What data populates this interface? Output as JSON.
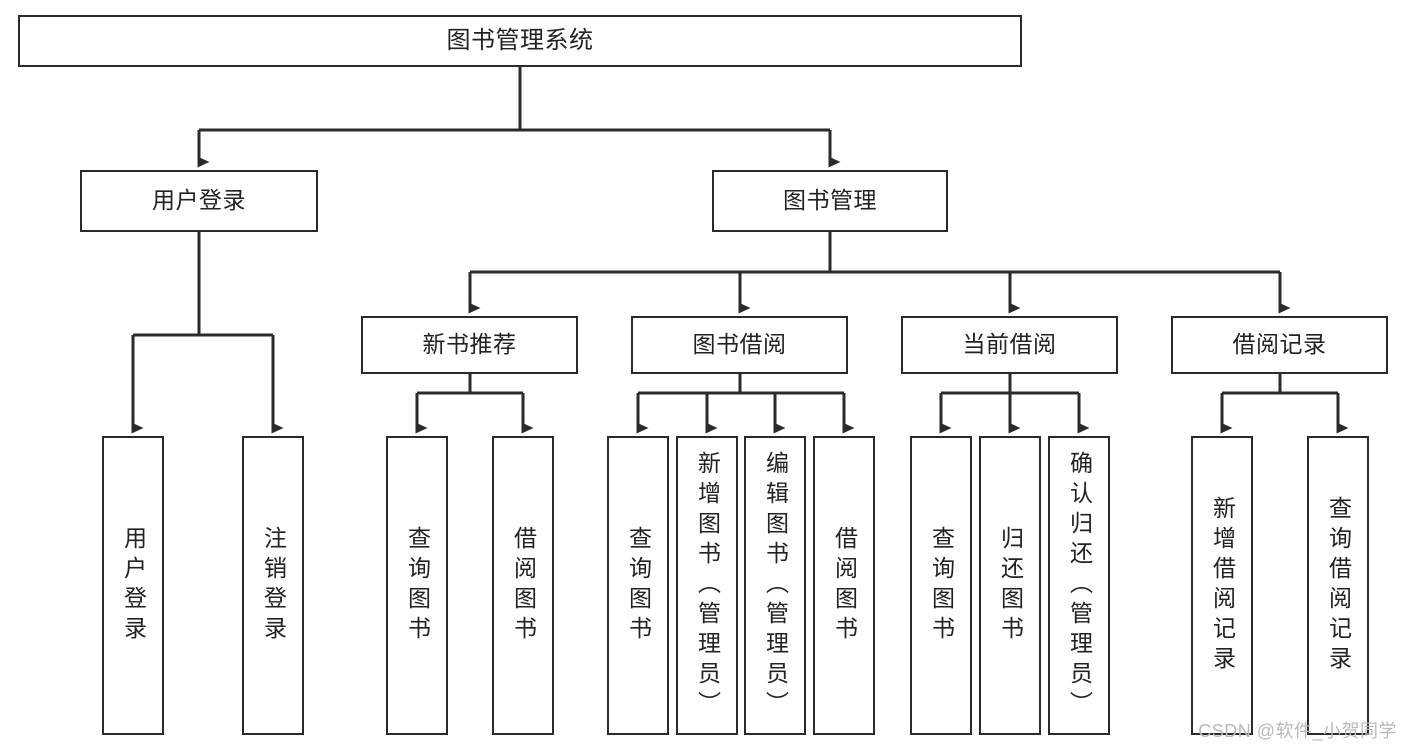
{
  "diagram": {
    "title": "图书管理系统",
    "type": "tree-hierarchy-diagram",
    "colors": {
      "stroke": "#2b2b2b",
      "fill": "#ffffff",
      "text": "#222222",
      "watermark": "#b9b9b9"
    },
    "levels": {
      "root": {
        "label": "图书管理系统"
      },
      "level2": [
        {
          "label": "用户登录"
        },
        {
          "label": "图书管理"
        }
      ],
      "level3": [
        {
          "label": "新书推荐"
        },
        {
          "label": "图书借阅"
        },
        {
          "label": "当前借阅"
        },
        {
          "label": "借阅记录"
        }
      ],
      "leaves": {
        "user_login": [
          {
            "label": "用户登录"
          },
          {
            "label": "注销登录"
          }
        ],
        "new_book_recommend": [
          {
            "label": "查询图书"
          },
          {
            "label": "借阅图书"
          }
        ],
        "book_borrow": [
          {
            "label": "查询图书"
          },
          {
            "label": "新增图书（管理员）"
          },
          {
            "label": "编辑图书（管理员）"
          },
          {
            "label": "借阅图书"
          }
        ],
        "current_borrow": [
          {
            "label": "查询图书"
          },
          {
            "label": "归还图书"
          },
          {
            "label": "确认归还（管理员）"
          }
        ],
        "borrow_record": [
          {
            "label": "新增借阅记录"
          },
          {
            "label": "查询借阅记录"
          }
        ]
      }
    }
  },
  "watermark": {
    "text": "CSDN @软件_小贺同学"
  }
}
